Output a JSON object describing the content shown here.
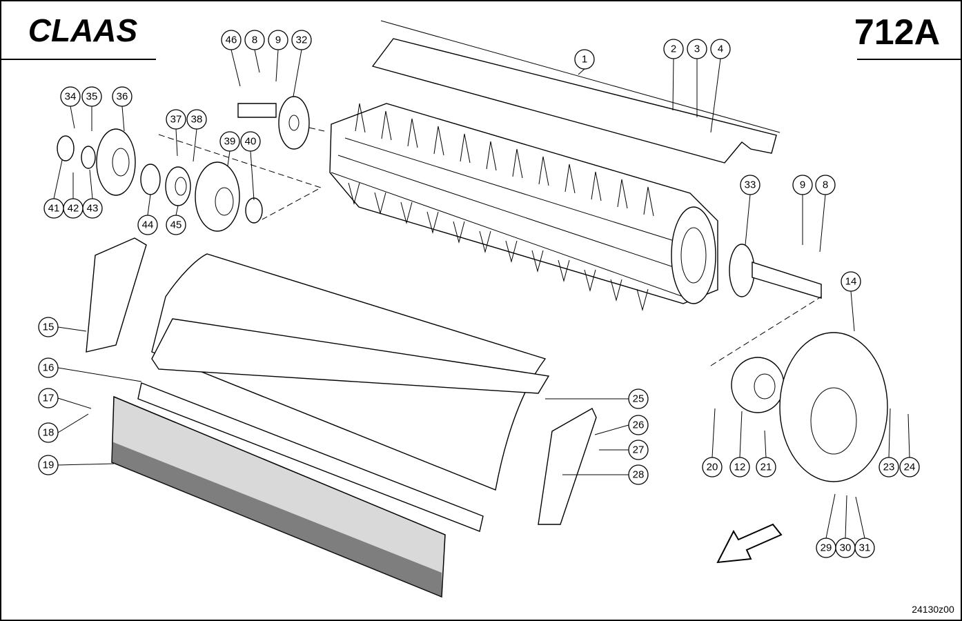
{
  "header": {
    "brand": "CLAAS",
    "sheet_number": "712A"
  },
  "footer": {
    "drawing_number": "24130z00"
  },
  "callouts": {
    "c1": "1",
    "c2": "2",
    "c3": "3",
    "c4": "4",
    "c8a": "8",
    "c8b": "8",
    "c9a": "9",
    "c9b": "9",
    "c12": "12",
    "c14": "14",
    "c15": "15",
    "c16": "16",
    "c17": "17",
    "c18": "18",
    "c19": "19",
    "c20": "20",
    "c21": "21",
    "c23": "23",
    "c24": "24",
    "c25": "25",
    "c26": "26",
    "c27": "27",
    "c28": "28",
    "c29": "29",
    "c30": "30",
    "c31": "31",
    "c32": "32",
    "c33": "33",
    "c34": "34",
    "c35": "35",
    "c36": "36",
    "c37": "37",
    "c38": "38",
    "c39": "39",
    "c40": "40",
    "c41": "41",
    "c42": "42",
    "c43": "43",
    "c44": "44",
    "c45": "45",
    "c46": "46"
  },
  "icons": {
    "direction_arrow": "direction-arrow-icon"
  }
}
